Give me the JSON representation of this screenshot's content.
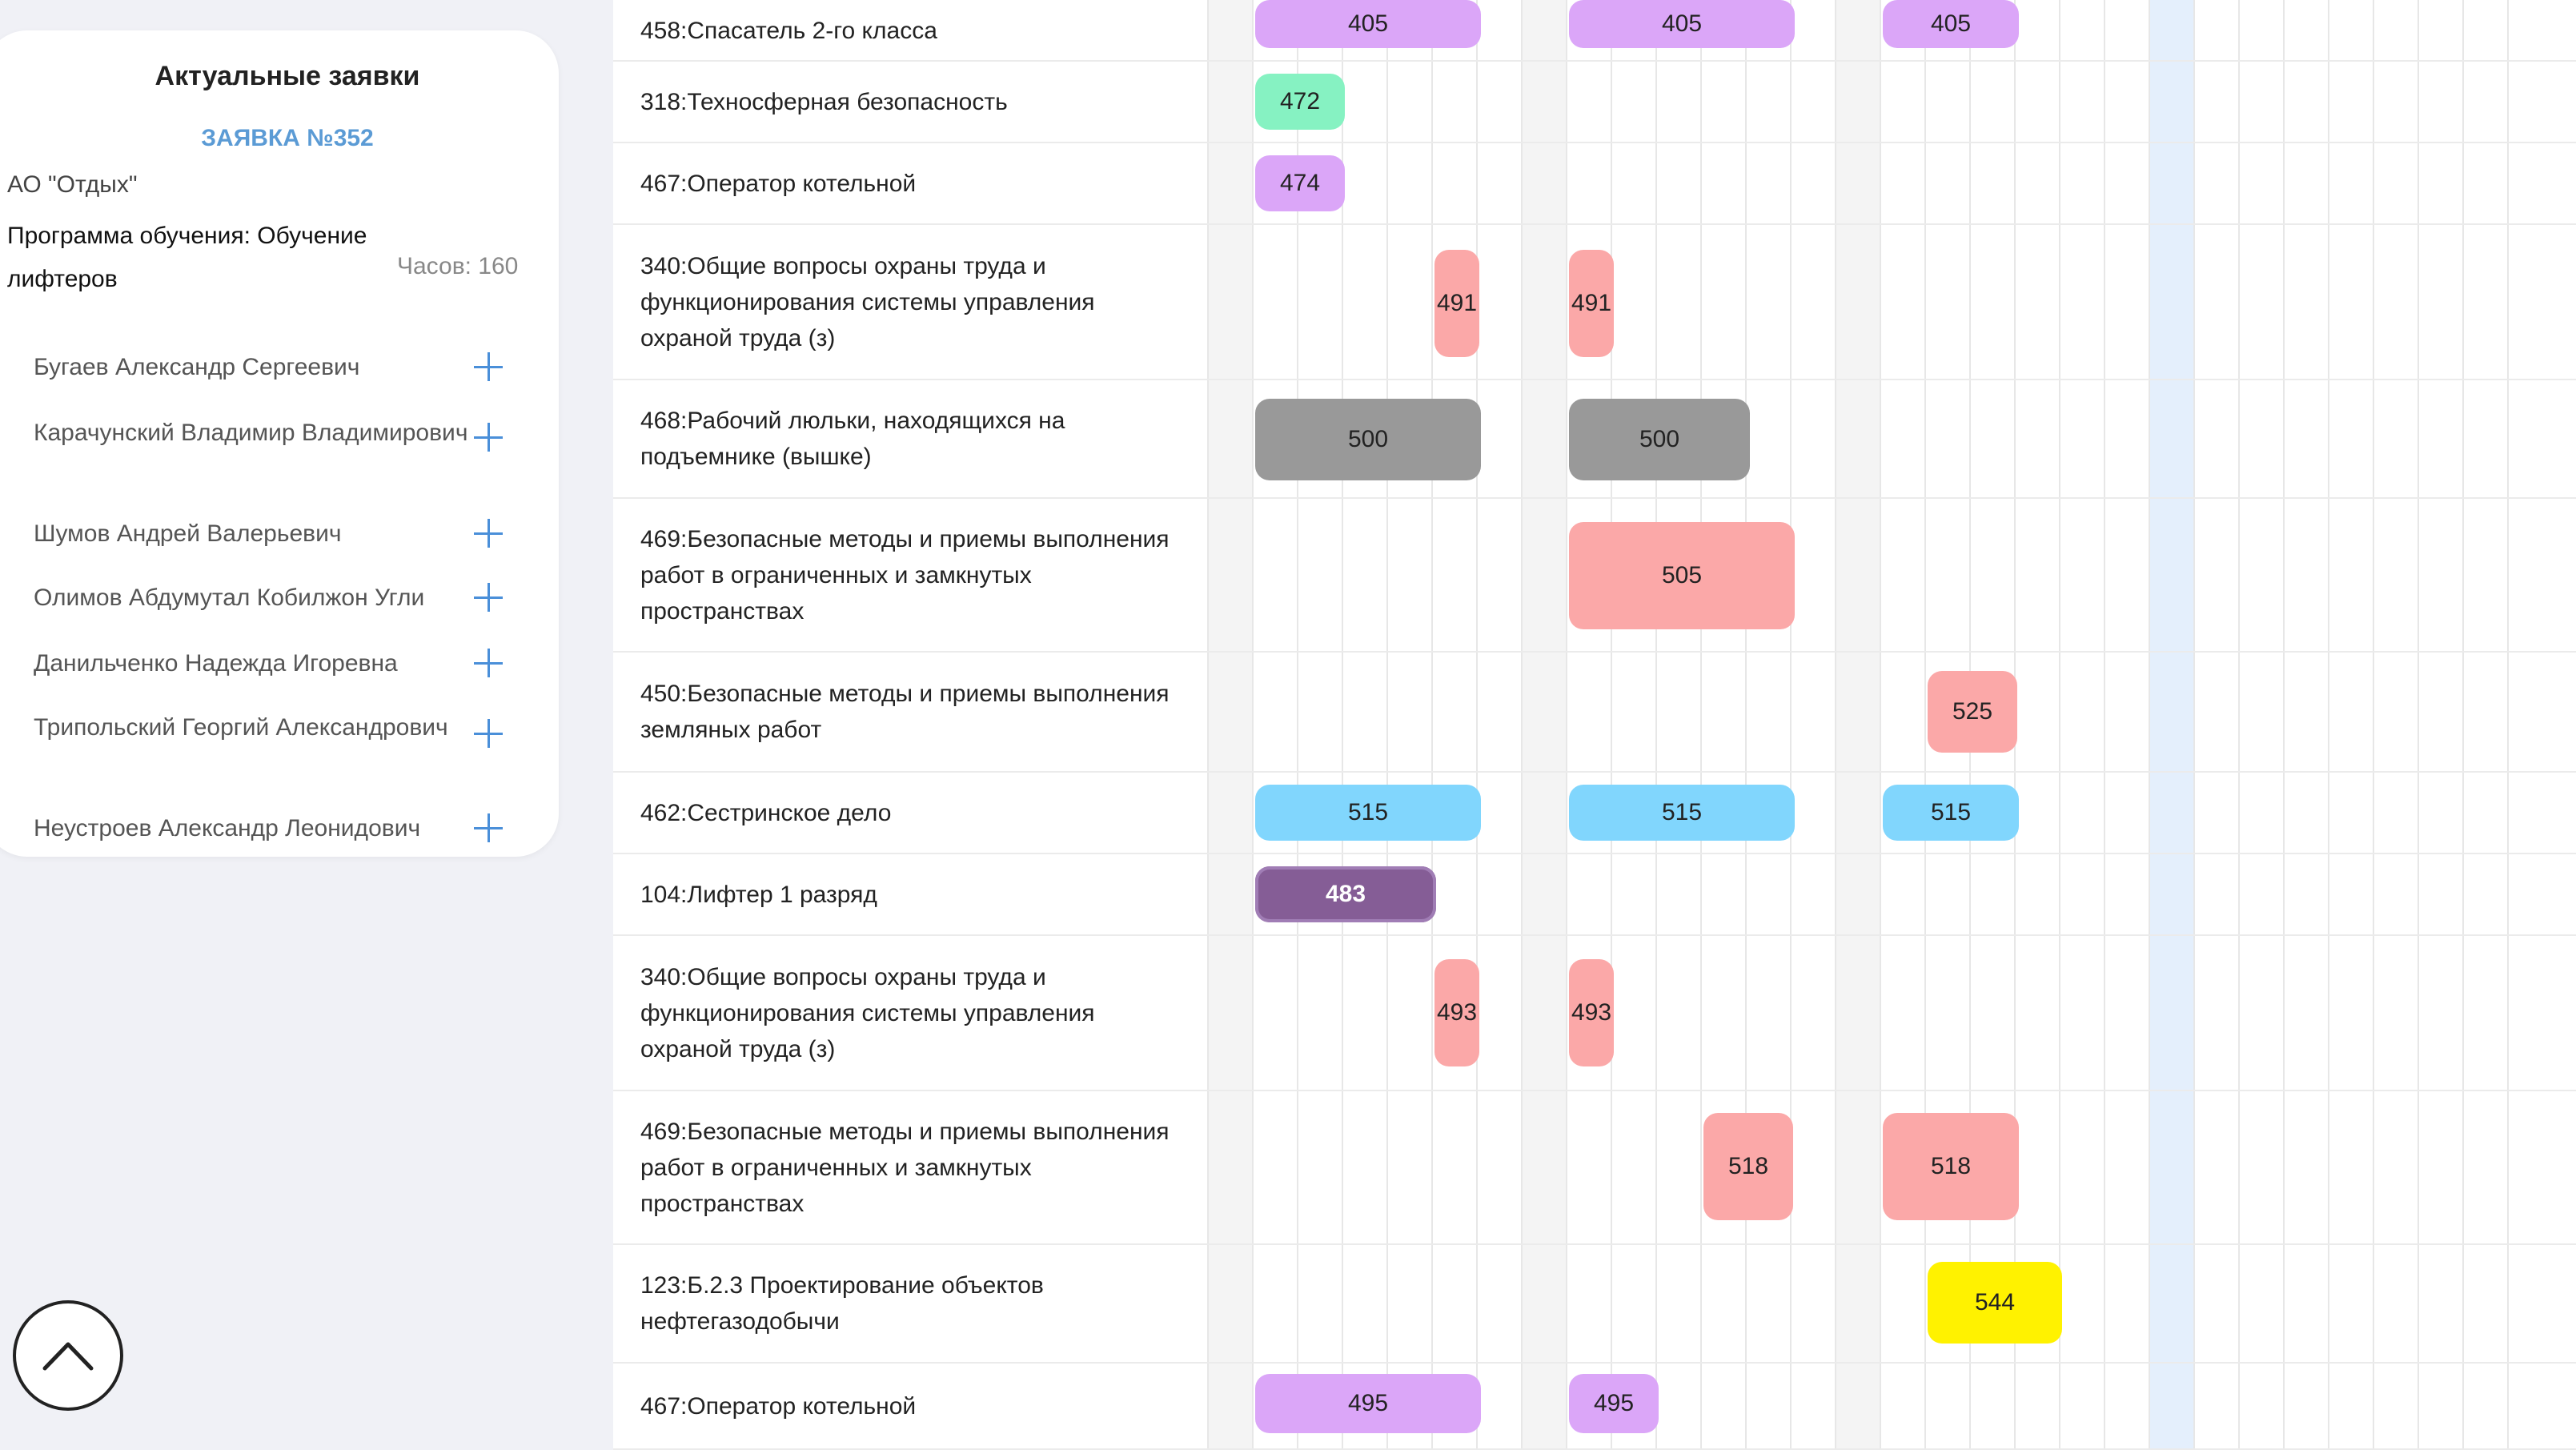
{
  "sidebar": {
    "title": "Актуальные заявки",
    "request_link": "ЗАЯВКА №352",
    "organization": "АО \"Отдых\"",
    "program": "Программа обучения: Обучение лифтеров",
    "hours": "Часов: 160",
    "people": [
      {
        "name": "Бугаев Александр Сергеевич"
      },
      {
        "name": "Карачунский Владимир Владимирович"
      },
      {
        "name": "Шумов Андрей Валерьевич"
      },
      {
        "name": "Олимов Абдумутал Кобилжон Угли"
      },
      {
        "name": "Данильченко Надежда Игоревна"
      },
      {
        "name": "Трипольский Георгий Александрович"
      },
      {
        "name": "Неустроев Александр Леонидович"
      }
    ]
  },
  "scroll_up_icon": "chevron-up-icon",
  "colors": {
    "violet": "#dba6f8",
    "mint": "#86f2c2",
    "pink": "#fba8a8",
    "gray": "#999999",
    "blue": "#81d6fd",
    "purple_dark": "#855d96",
    "yellow": "#fff200",
    "link": "#5b9bd5",
    "today": "#e4effc"
  },
  "rows": [
    {
      "name": "458:Спасатель 2-го класса",
      "bars": [
        {
          "label": "405",
          "color": "violet"
        },
        {
          "label": "405",
          "color": "violet"
        },
        {
          "label": "405",
          "color": "violet"
        }
      ]
    },
    {
      "name": "318:Техносферная безопасность",
      "bars": [
        {
          "label": "472",
          "color": "mint"
        }
      ]
    },
    {
      "name": "467:Оператор котельной",
      "bars": [
        {
          "label": "474",
          "color": "violet"
        }
      ]
    },
    {
      "name": "340:Общие вопросы охраны труда и функционирования системы управления охраной труда (з)",
      "bars": [
        {
          "label": "491",
          "color": "pink"
        },
        {
          "label": "491",
          "color": "pink"
        }
      ]
    },
    {
      "name": "468:Рабочий люльки, находящихся на подъемнике (вышке)",
      "bars": [
        {
          "label": "500",
          "color": "gray"
        },
        {
          "label": "500",
          "color": "gray"
        }
      ]
    },
    {
      "name": "469:Безопасные методы и приемы выполнения работ в ограниченных и замкнутых пространствах",
      "bars": [
        {
          "label": "505",
          "color": "pink"
        }
      ]
    },
    {
      "name": "450:Безопасные методы и приемы выполнения земляных работ",
      "bars": [
        {
          "label": "525",
          "color": "pink"
        }
      ]
    },
    {
      "name": "462:Сестринское дело",
      "bars": [
        {
          "label": "515",
          "color": "blue"
        },
        {
          "label": "515",
          "color": "blue"
        },
        {
          "label": "515",
          "color": "blue"
        }
      ]
    },
    {
      "name": "104:Лифтер 1 разряд",
      "bars": [
        {
          "label": "483",
          "color": "purple_dark"
        }
      ]
    },
    {
      "name": "340:Общие вопросы охраны труда и функционирования системы управления охраной труда (з)",
      "bars": [
        {
          "label": "493",
          "color": "pink"
        },
        {
          "label": "493",
          "color": "pink"
        }
      ]
    },
    {
      "name": "469:Безопасные методы и приемы выполнения работ в ограниченных и замкнутых пространствах",
      "bars": [
        {
          "label": "518",
          "color": "pink"
        },
        {
          "label": "518",
          "color": "pink"
        }
      ]
    },
    {
      "name": "123:Б.2.3 Проектирование объектов нефтегазодобычи",
      "bars": [
        {
          "label": "544",
          "color": "yellow"
        }
      ]
    },
    {
      "name": "467:Оператор котельной",
      "bars": [
        {
          "label": "495",
          "color": "violet"
        },
        {
          "label": "495",
          "color": "violet"
        }
      ]
    }
  ]
}
